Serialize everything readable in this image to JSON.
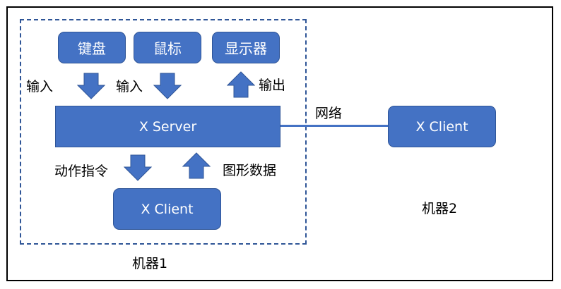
{
  "colors": {
    "box_fill": "#4472c4",
    "box_border": "#2f5597",
    "dashed_border": "#2f5597",
    "frame_border": "#000000",
    "text": "#000000",
    "box_text": "#ffffff"
  },
  "machine1": {
    "label": "机器1",
    "devices": {
      "keyboard": "键盘",
      "mouse": "鼠标",
      "display": "显示器"
    },
    "arrows": {
      "keyboard_input": "输入",
      "mouse_input": "输入",
      "display_output": "输出",
      "action_command": "动作指令",
      "graphic_data": "图形数据"
    },
    "server": "X Server",
    "client": "X Client"
  },
  "network_label": "网络",
  "machine2": {
    "label": "机器2",
    "client": "X Client"
  },
  "icons": {
    "down_arrow": "down-arrow-icon",
    "up_arrow": "up-arrow-icon"
  }
}
